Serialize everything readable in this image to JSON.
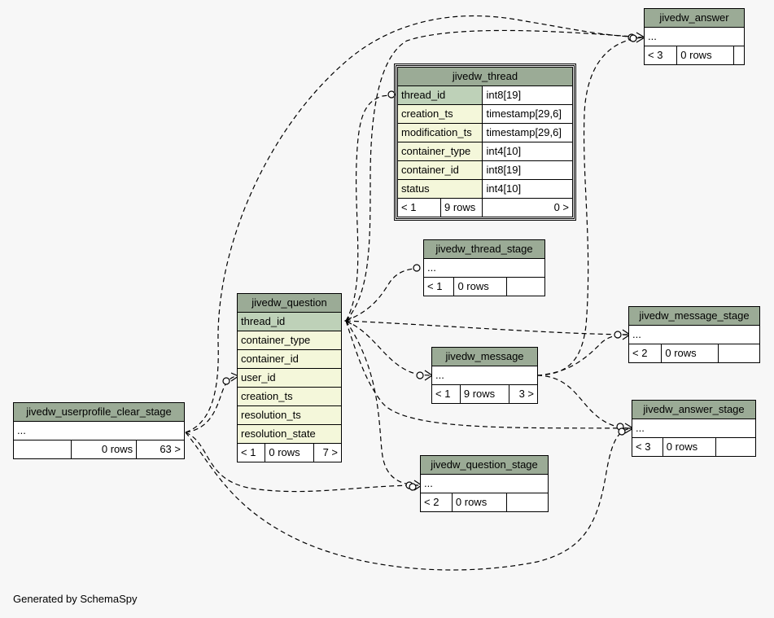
{
  "footer": "Generated by SchemaSpy",
  "tables": {
    "jivedw_answer": {
      "name": "jivedw_answer",
      "cols": [
        "..."
      ],
      "parents": "< 3",
      "rows": "0 rows",
      "children": ""
    },
    "jivedw_thread": {
      "name": "jivedw_thread",
      "cols": [
        {
          "name": "thread_id",
          "type": "int8[19]"
        },
        {
          "name": "creation_ts",
          "type": "timestamp[29,6]"
        },
        {
          "name": "modification_ts",
          "type": "timestamp[29,6]"
        },
        {
          "name": "container_type",
          "type": "int4[10]"
        },
        {
          "name": "container_id",
          "type": "int8[19]"
        },
        {
          "name": "status",
          "type": "int4[10]"
        }
      ],
      "parents": "< 1",
      "rows": "9 rows",
      "children": "0 >"
    },
    "jivedw_thread_stage": {
      "name": "jivedw_thread_stage",
      "cols": [
        "..."
      ],
      "parents": "< 1",
      "rows": "0 rows",
      "children": ""
    },
    "jivedw_question": {
      "name": "jivedw_question",
      "cols": [
        "thread_id",
        "container_type",
        "container_id",
        "user_id",
        "creation_ts",
        "resolution_ts",
        "resolution_state"
      ],
      "parents": "< 1",
      "rows": "0 rows",
      "children": "7 >"
    },
    "jivedw_message_stage": {
      "name": "jivedw_message_stage",
      "cols": [
        "..."
      ],
      "parents": "< 2",
      "rows": "0 rows",
      "children": ""
    },
    "jivedw_message": {
      "name": "jivedw_message",
      "cols": [
        "..."
      ],
      "parents": "< 1",
      "rows": "9 rows",
      "children": "3 >"
    },
    "jivedw_answer_stage": {
      "name": "jivedw_answer_stage",
      "cols": [
        "..."
      ],
      "parents": "< 3",
      "rows": "0 rows",
      "children": ""
    },
    "jivedw_userprofile_clear_stage": {
      "name": "jivedw_userprofile_clear_stage",
      "cols": [
        "..."
      ],
      "parents": "",
      "rows": "0 rows",
      "children": "63 >"
    },
    "jivedw_question_stage": {
      "name": "jivedw_question_stage",
      "cols": [
        "..."
      ],
      "parents": "< 2",
      "rows": "0 rows",
      "children": ""
    }
  }
}
